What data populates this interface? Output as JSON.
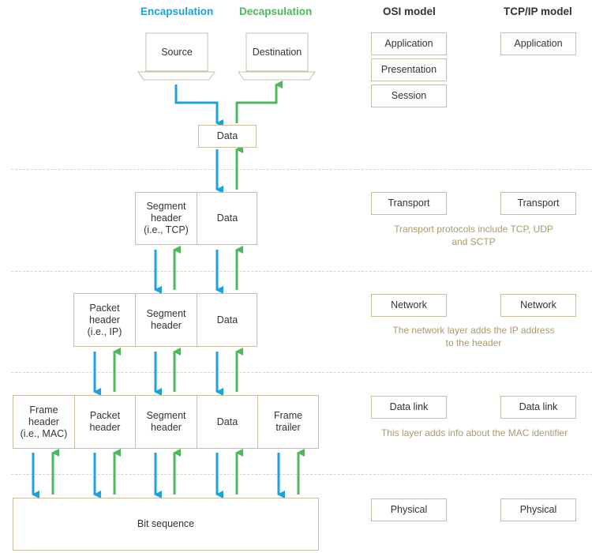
{
  "headers": {
    "encapsulation": "Encapsulation",
    "decapsulation": "Decapsulation",
    "osi_model": "OSI model",
    "tcpip_model": "TCP/IP model"
  },
  "colors": {
    "encapsulation": "#1fa1dc",
    "decapsulation": "#4cb85c",
    "box_border": "#c9bf9e",
    "note_text": "#a89b6d"
  },
  "endpoints": {
    "source": "Source",
    "destination": "Destination"
  },
  "application_data": "Data",
  "transport_row": [
    "Segment\nheader\n(i.e., TCP)",
    "Data"
  ],
  "network_row": [
    "Packet\nheader\n(i.e., IP)",
    "Segment\nheader",
    "Data"
  ],
  "datalink_row": [
    "Frame\nheader\n(i.e., MAC)",
    "Packet\nheader",
    "Segment\nheader",
    "Data",
    "Frame\ntrailer"
  ],
  "physical_row": "Bit sequence",
  "osi_layers": [
    "Application",
    "Presentation",
    "Session",
    "Transport",
    "Network",
    "Data link",
    "Physical"
  ],
  "tcpip_layers": [
    "Application",
    "Transport",
    "Network",
    "Data link",
    "Physical"
  ],
  "notes": {
    "transport": "Transport protocols include TCP, UDP\nand SCTP",
    "network": "The network layer adds the IP address\nto the header",
    "datalink": "This layer adds info about the MAC identifier"
  }
}
